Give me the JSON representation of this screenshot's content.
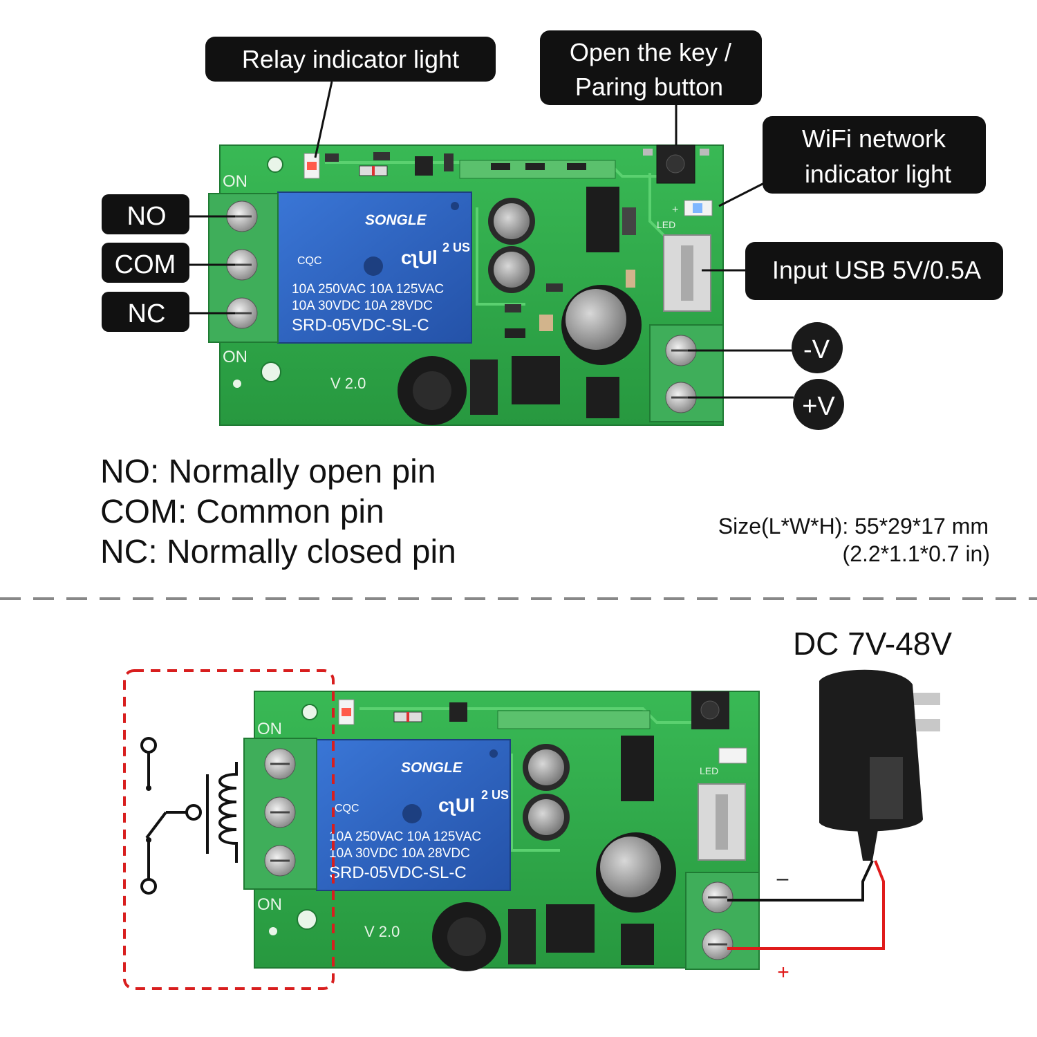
{
  "callouts": {
    "relay_indicator": "Relay indicator light",
    "open_key_line1": "Open the key /",
    "open_key_line2": "Paring button",
    "wifi_line1": "WiFi network",
    "wifi_line2": "indicator light",
    "usb_input": "Input USB 5V/0.5A"
  },
  "terminals": {
    "no": "NO",
    "com": "COM",
    "nc": "NC",
    "minus_v": "-V",
    "plus_v": "+V"
  },
  "board": {
    "on_label": "ON",
    "version": "V 2.0",
    "led_label": "LED",
    "plus_mark": "+",
    "relay_brand": "SONGLE",
    "relay_cqc": "CQC",
    "relay_ul": "cʅUl",
    "relay_us": "2 US",
    "relay_rating1": "10A 250VAC  10A 125VAC",
    "relay_rating2": "10A  30VDC  10A  28VDC",
    "relay_model": "SRD-05VDC-SL-C"
  },
  "legend": {
    "no": "NO: Normally open pin",
    "com": "COM:  Common pin",
    "nc": "NC:  Normally closed pin"
  },
  "size": {
    "line1": "Size(L*W*H): 55*29*17 mm",
    "line2": "(2.2*1.1*0.7 in)"
  },
  "power": {
    "label": "DC 7V-48V",
    "minus": "–",
    "plus": "+"
  },
  "colors": {
    "pcb": "#2eab4a",
    "relay": "#2f66c4",
    "terminal": "#3fae5a",
    "callout_bg": "#111111",
    "wire_negative": "#111111",
    "wire_positive": "#e01b1b",
    "dashed_box": "#d81e1e"
  }
}
